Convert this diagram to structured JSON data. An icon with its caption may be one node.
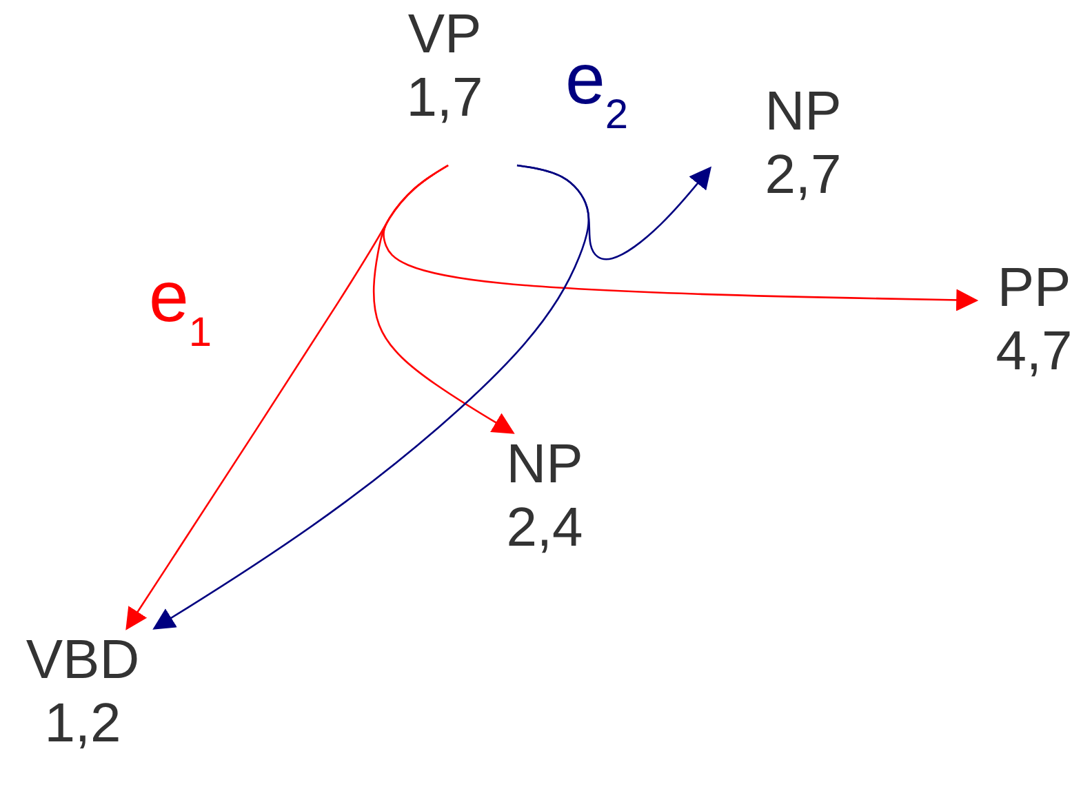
{
  "diagram": {
    "nodes": [
      {
        "text": [
          "VP",
          "1,7"
        ]
      },
      {
        "text": [
          "NP",
          "2,7"
        ]
      },
      {
        "text": [
          "PP",
          "4,7"
        ]
      },
      {
        "text": [
          "NP",
          "2,4"
        ]
      },
      {
        "text": [
          "VBD",
          "1,2"
        ]
      }
    ],
    "edges": [
      {
        "from": 0,
        "to": 4,
        "arrow": "to"
      },
      {
        "from": 0,
        "to": 2,
        "arrow": "to"
      },
      {
        "from": 0,
        "to": 3,
        "arrow": "to"
      },
      {
        "from": 0,
        "to": 1,
        "arrow": "to",
        "color": "#000080"
      },
      {
        "from": 0,
        "to": 4,
        "arrow": "to",
        "color": "#000080"
      }
    ],
    "labels": [
      "e$_{1}$",
      "e$_{2}$"
    ]
  }
}
